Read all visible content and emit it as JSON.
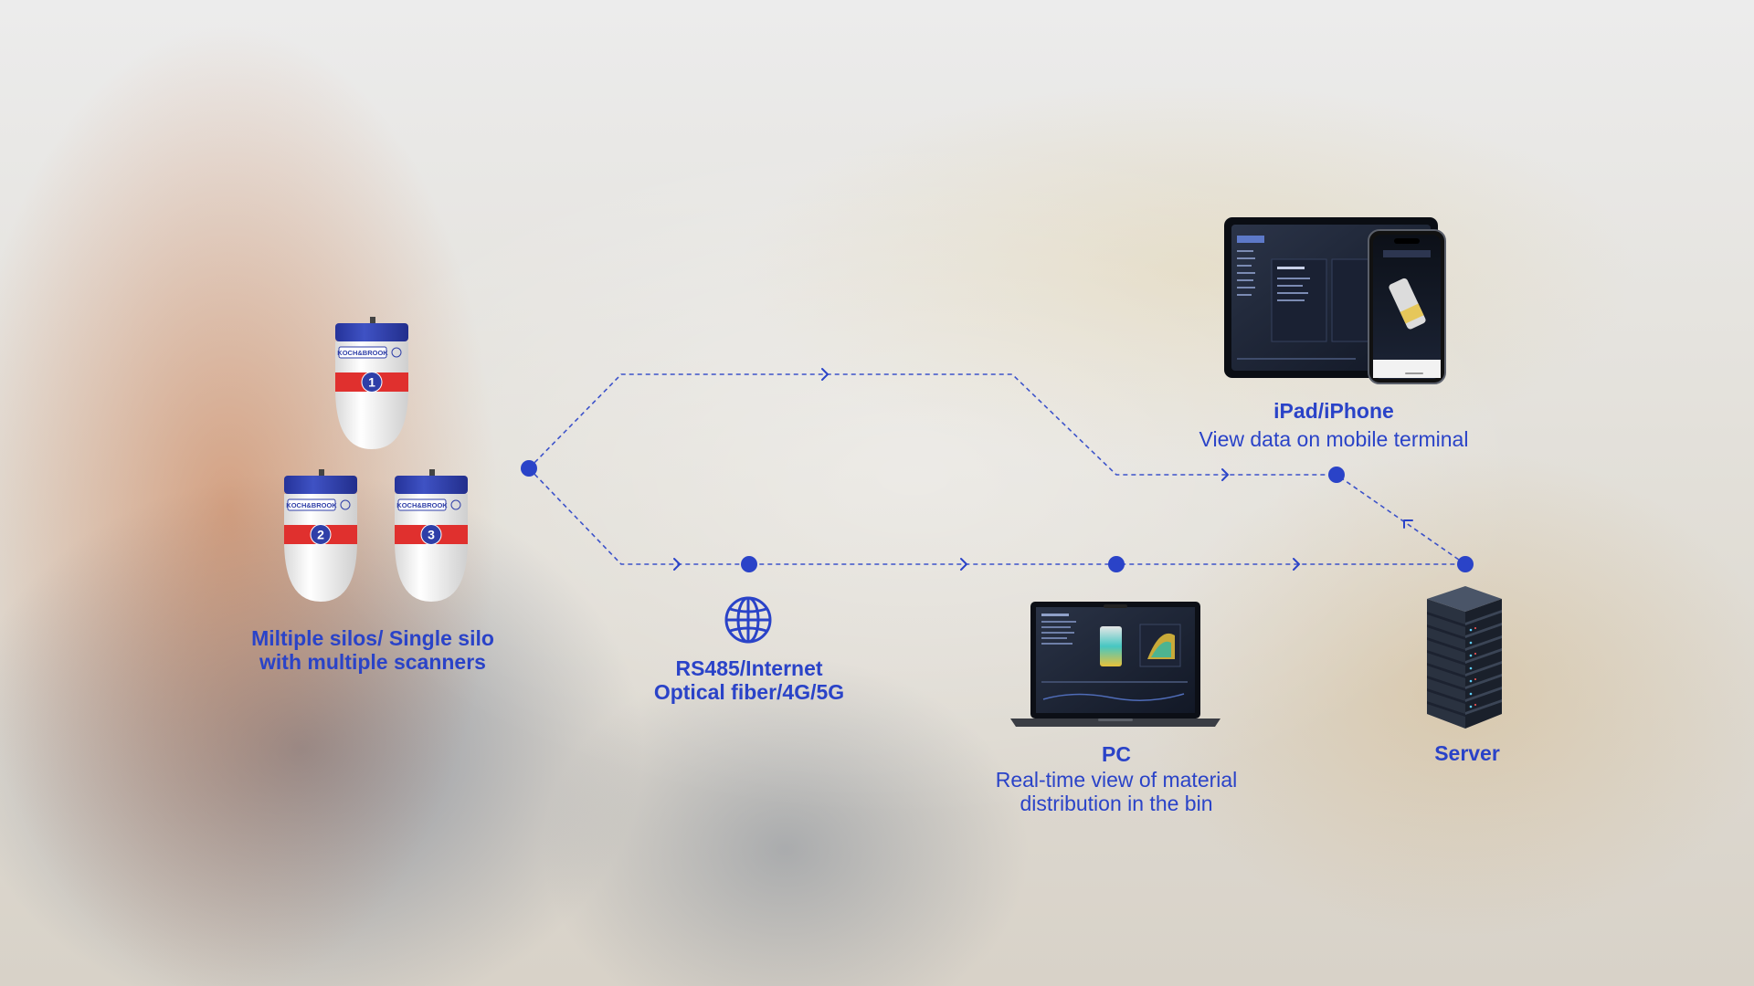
{
  "colors": {
    "accent": "#2a43c8",
    "scanner_cap": "#2f3fa8",
    "scanner_band": "#e0302e",
    "scanner_body": "#f2f2f2",
    "screen_dark": "#151c2b"
  },
  "scanners": {
    "brand": "KOCH&BROOK",
    "numbers": [
      "1",
      "2",
      "3"
    ],
    "caption_line1": "Miltiple silos/ Single silo",
    "caption_line2": "with multiple scanners"
  },
  "network": {
    "icon": "globe-icon",
    "caption_line1": "RS485/Internet",
    "caption_line2": "Optical fiber/4G/5G"
  },
  "pc": {
    "icon": "laptop-icon",
    "title": "PC",
    "desc_line1": "Real-time view of material",
    "desc_line2": "distribution in the bin"
  },
  "mobile": {
    "icon": "tablet-phone-icon",
    "title": "iPad/iPhone",
    "desc": "View data on mobile terminal"
  },
  "server": {
    "icon": "server-rack-icon",
    "title": "Server"
  }
}
